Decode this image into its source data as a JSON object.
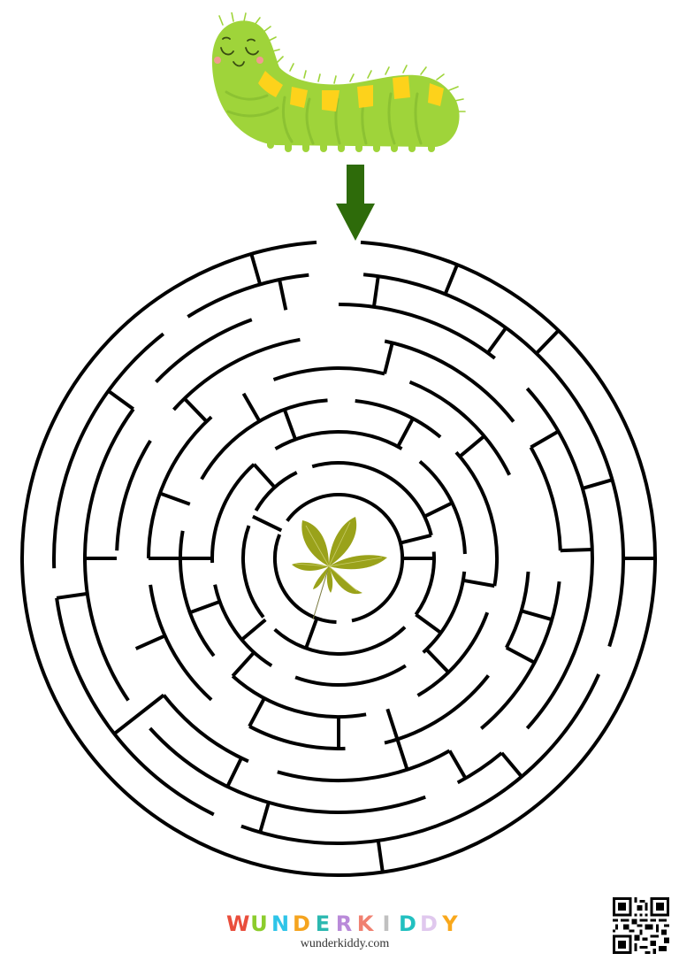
{
  "worksheet": {
    "type": "circular-maze",
    "start_marker": "arrow-down",
    "start_character": "caterpillar",
    "goal_item": "chestnut-leaf"
  },
  "colors": {
    "caterpillar_body": "#9fd43a",
    "caterpillar_shade": "#8cc232",
    "caterpillar_stripes": "#fdd21b",
    "caterpillar_cheeks": "#f29b8f",
    "caterpillar_face_lines": "#3a4d12",
    "arrow": "#2e6b0a",
    "maze_walls": "#000000",
    "leaf": "#9aa21a",
    "leaf_vein": "#c9cd6a"
  },
  "logo": {
    "letters": [
      {
        "char": "W",
        "color": "#e94e3c"
      },
      {
        "char": "U",
        "color": "#8ccc2c"
      },
      {
        "char": "N",
        "color": "#2ec4e8"
      },
      {
        "char": "D",
        "color": "#f5a41f"
      },
      {
        "char": "E",
        "color": "#2bb8b0"
      },
      {
        "char": "R",
        "color": "#b98ad9"
      },
      {
        "char": "K",
        "color": "#f08070"
      },
      {
        "char": "I",
        "color": "#c0c0c0"
      },
      {
        "char": "D",
        "color": "#22c0c0"
      },
      {
        "char": "D",
        "color": "#e0c8ee"
      },
      {
        "char": "Y",
        "color": "#f9a81c"
      }
    ],
    "text": "WUNDERKIDDY"
  },
  "footer": {
    "url": "wunderkiddy.com"
  },
  "qr_code": {
    "label": "qr-code"
  }
}
